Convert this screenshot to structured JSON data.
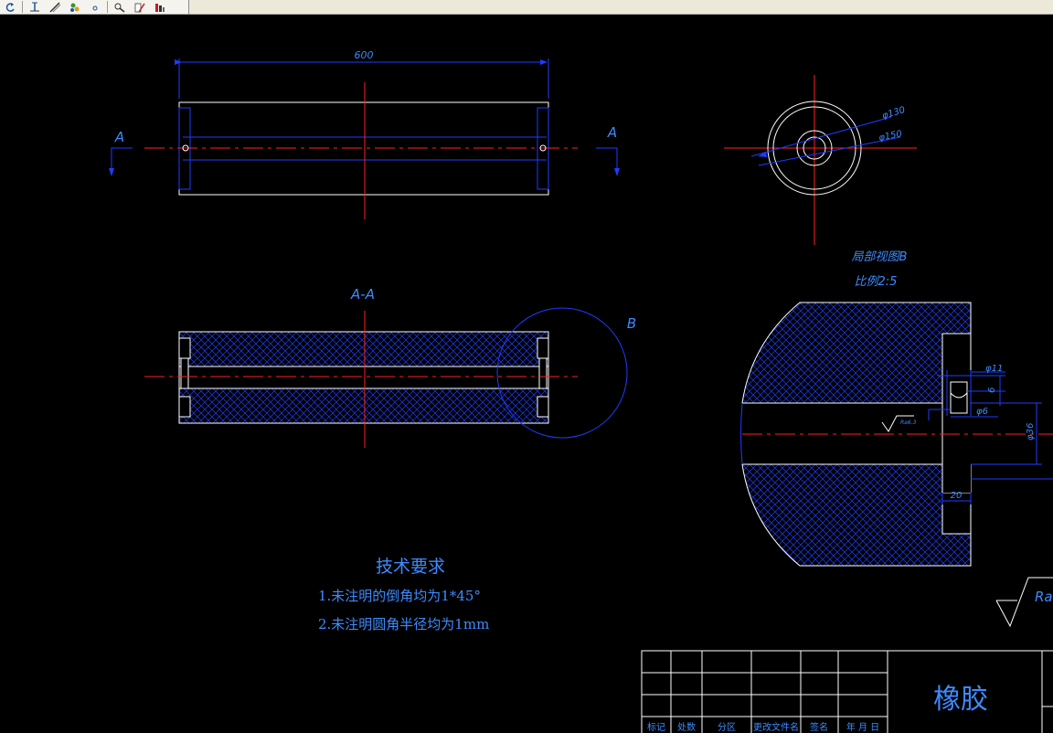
{
  "toolbar": {
    "buttons": [
      "regen-icon",
      "dimension-icon",
      "pen-icon",
      "layer-tools-icon",
      "snap-point-icon",
      "zoom-icon",
      "properties-icon",
      "layer-color-icon"
    ]
  },
  "drawing": {
    "top_view": {
      "dimension_length": "600",
      "section_label_left": "A",
      "section_label_right": "A"
    },
    "end_view": {
      "dim_inner": "φ130",
      "dim_outer": "φ150"
    },
    "section_view": {
      "title": "A-A",
      "detail_label": "B"
    },
    "detail_view": {
      "title": "局部视图B",
      "scale": "比例2:5",
      "dim_phi11": "φ11",
      "dim_6": "6",
      "dim_phi6": "φ6",
      "dim_phi36": "φ36",
      "dim_20": "20",
      "roughness_small": "Ra6.3",
      "roughness_large": "Ra"
    },
    "requirements": {
      "title": "技术要求",
      "items": [
        "1.未注明的倒角均为1*45°",
        "2.未注明圆角半径均为1mm"
      ]
    },
    "title_block": {
      "material": "橡胶",
      "headers": [
        "标记",
        "处数",
        "分区",
        "更改文件名",
        "签名",
        "年 月 日"
      ]
    },
    "colors": {
      "background": "#000000",
      "outline": "#ffffff",
      "blue": "#1e3cff",
      "red": "#ff2020",
      "text_blue": "#3d8bff"
    }
  }
}
